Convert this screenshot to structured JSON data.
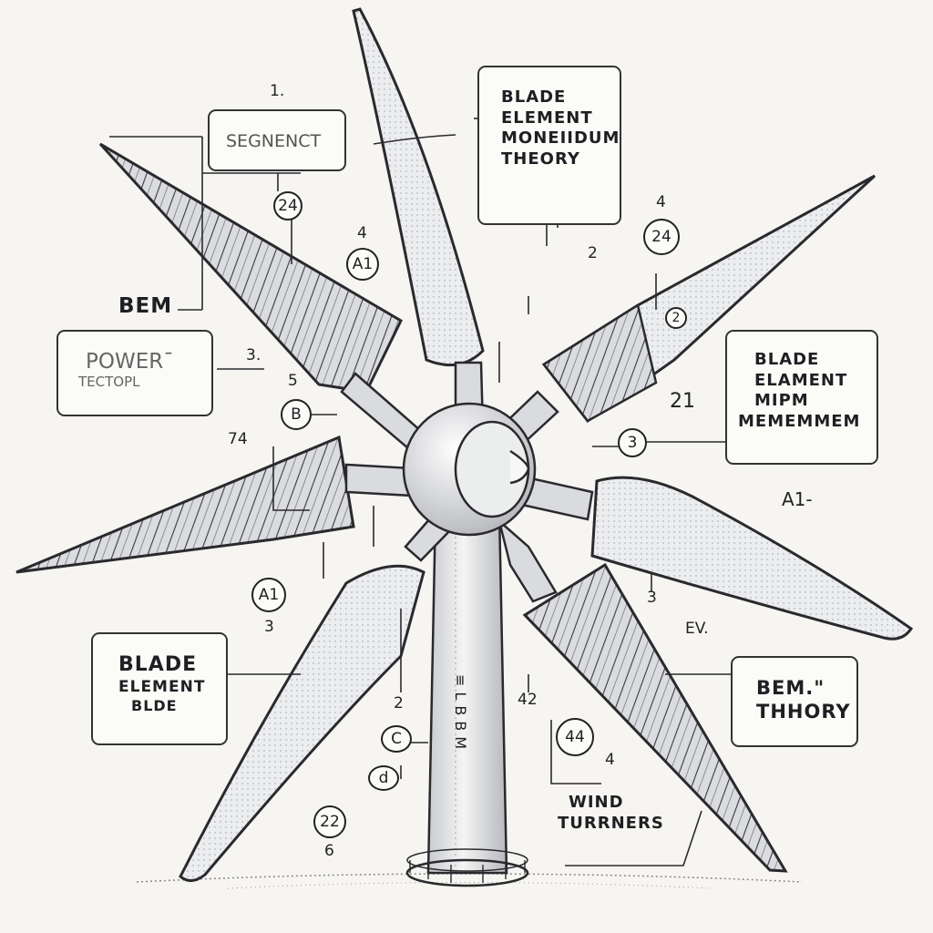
{
  "callouts": {
    "segment": "SEGNENCT",
    "bem_moneidum": [
      "BLADE",
      "ELEMENT",
      "MONEIIDUM",
      "THEORY"
    ],
    "bem_left": "BEM",
    "power": [
      "POWER¯",
      "TECTOPL"
    ],
    "bem_mipm": [
      "BLADE",
      "ELAMENT",
      "MIPM",
      "MEMEMMEM"
    ],
    "blade_element_blde": [
      "BLADE",
      "ELEMENT",
      "BLDE"
    ],
    "bem_thhory": [
      "BEM.\"",
      "THHORY"
    ],
    "wind_turrners": [
      "WIND",
      "TURRNERS"
    ],
    "ev": "EV.",
    "tower_text": "≡LBBM"
  },
  "markers": {
    "n1": "1.",
    "c24a": "24",
    "n4a": "4",
    "c_al_a": "A1",
    "n3a": "3.",
    "n5": "5",
    "c_b": "B",
    "n74": "74",
    "c_al_b": "A1",
    "n3b": "3",
    "n2a": "2",
    "n4b": "4",
    "c24b": "24",
    "c2": "2",
    "c21": "21",
    "c3": "3",
    "c_al_c": "A1-",
    "n3c": "3",
    "n42": "42",
    "c44": "44",
    "n4c": "4",
    "n2b": "2",
    "c_c": "C",
    "c_d": "d",
    "c22": "22",
    "n6": "6"
  },
  "colors": {
    "ink": "#2a2a2e",
    "paper": "#f6f5f1",
    "blade_fill": "#e9eaec",
    "frame_fill": "#d6d8dc"
  }
}
